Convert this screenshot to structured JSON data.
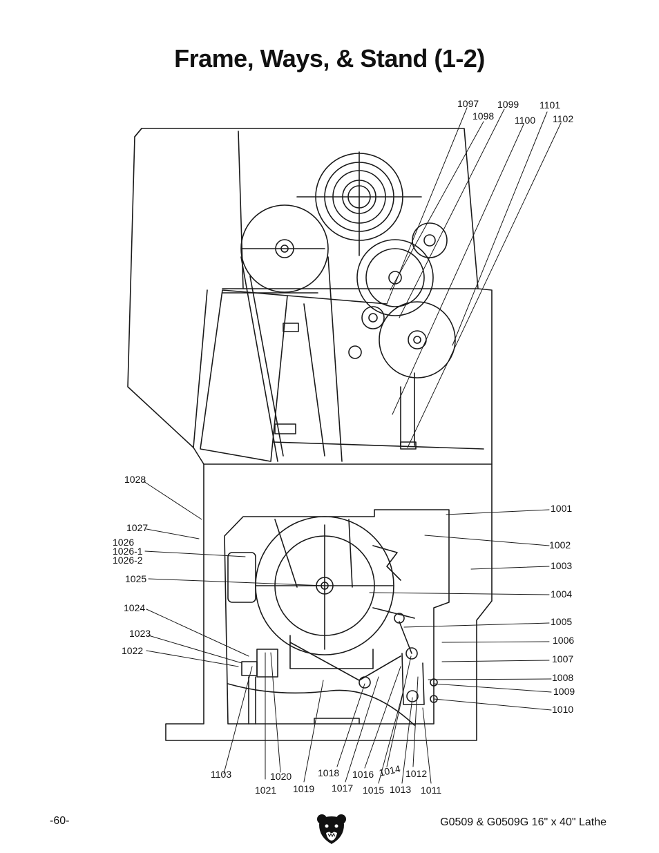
{
  "page": {
    "title": "Frame, Ways, & Stand (1-2)",
    "page_number": "-60-",
    "manual_title": "G0509 & G0509G 16\" x 40\" Lathe",
    "logo_icon": "bear-head-icon"
  },
  "part_labels": [
    "1097",
    "1098",
    "1099",
    "1100",
    "1101",
    "1102",
    "1028",
    "1027",
    "1026",
    "1026-1",
    "1026-2",
    "1025",
    "1024",
    "1023",
    "1022",
    "1001",
    "1002",
    "1003",
    "1004",
    "1005",
    "1006",
    "1007",
    "1008",
    "1009",
    "1010",
    "1103",
    "1021",
    "1020",
    "1019",
    "1018",
    "1017",
    "1016",
    "1015",
    "1014",
    "1013",
    "1012",
    "1011"
  ]
}
